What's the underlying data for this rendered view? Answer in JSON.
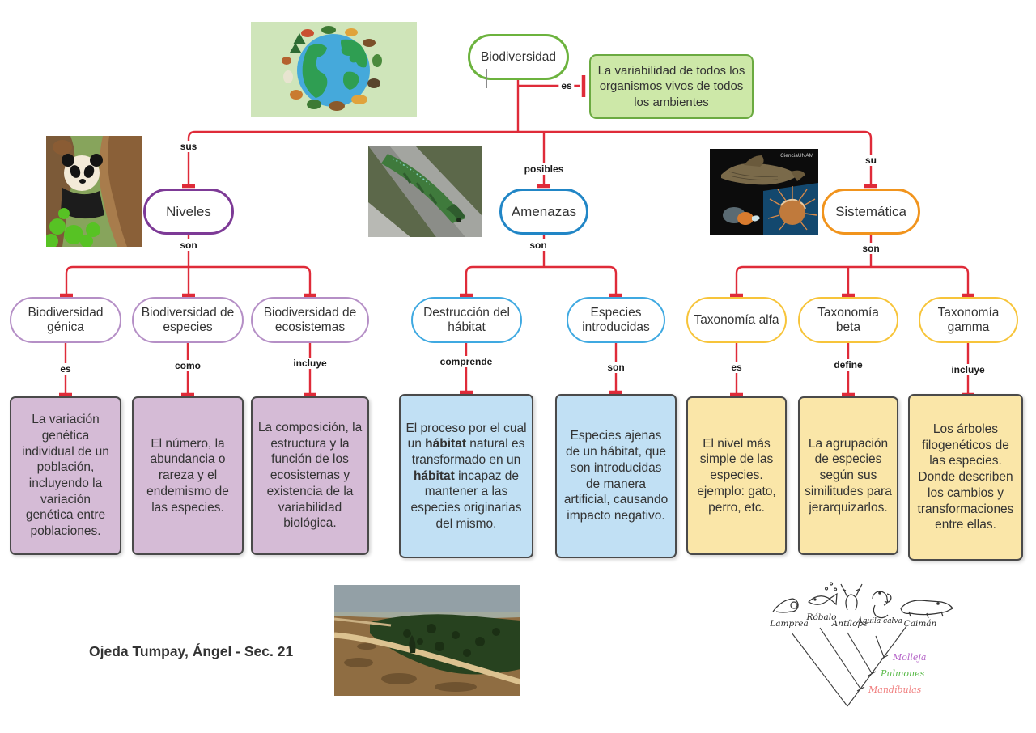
{
  "title_node": {
    "label": "Biodiversidad",
    "link_label": "es",
    "definition": "La variabilidad de todos los organismos vivos de todos los ambientes"
  },
  "branches": [
    {
      "connector_top": "sus",
      "label": "Niveles",
      "connector_bottom": "son",
      "children": [
        {
          "label": "Biodiversidad génica",
          "connector": "es",
          "description": "La variación genética individual de un población, incluyendo la variación genética entre poblaciones."
        },
        {
          "label": "Biodiversidad de especies",
          "connector": "como",
          "description": "El número, la abundancia o rareza y el endemismo de las especies."
        },
        {
          "label": "Biodiversidad de ecosistemas",
          "connector": "incluye",
          "description": "La composición, la estructura y la función de los ecosistemas y existencia de la variabilidad biológica."
        }
      ]
    },
    {
      "connector_top": "posibles",
      "label": "Amenazas",
      "connector_bottom": "son",
      "children": [
        {
          "label": "Destrucción del hábitat",
          "connector": "comprende",
          "description_parts": [
            "El proceso por el cual un ",
            "hábitat",
            " natural es transformado en un ",
            "hábitat",
            " incapaz de mantener a las especies originarias del mismo."
          ]
        },
        {
          "label": "Especies introducidas",
          "connector": "son",
          "description": "Especies ajenas de un hábitat, que son introducidas de manera artificial, causando impacto negativo."
        }
      ]
    },
    {
      "connector_top": "su",
      "label": "Sistemática",
      "connector_bottom": "son",
      "children": [
        {
          "label": "Taxonomía alfa",
          "connector": "es",
          "description": "El nivel más simple de las especies. ejemplo: gato, perro, etc."
        },
        {
          "label": "Taxonomía beta",
          "connector": "define",
          "description": "La agrupación de especies según sus similitudes para jerarquizarlos."
        },
        {
          "label": "Taxonomía gamma",
          "connector": "incluye",
          "description": "Los árboles filogenéticos de las especies. Donde describen los cambios y transformaciones entre ellas."
        }
      ]
    }
  ],
  "author": "Ojeda Tumpay, Ángel - Sec. 21",
  "images": {
    "fish_caption": "CienciaUNAM"
  },
  "cladogram": {
    "taxa": [
      "Lamprea",
      "Róbalo",
      "Antílope",
      "Águila calva",
      "Caimán"
    ],
    "traits": [
      {
        "label": "Molleja",
        "color": "#b565c8"
      },
      {
        "label": "Pulmones",
        "color": "#58b947"
      },
      {
        "label": "Mandíbulas",
        "color": "#f08080"
      }
    ]
  },
  "colors": {
    "connector": "#df2b39",
    "root_border": "#6cb33e",
    "definition_bg": "#cde8a8",
    "niveles_border": "#7d3a96",
    "amenazas_border": "#2186c6",
    "sistematica_border": "#f1941d",
    "purple_box_bg": "#d5bbd6",
    "blue_box_bg": "#c1e0f4",
    "yellow_box_bg": "#fae6a8"
  }
}
